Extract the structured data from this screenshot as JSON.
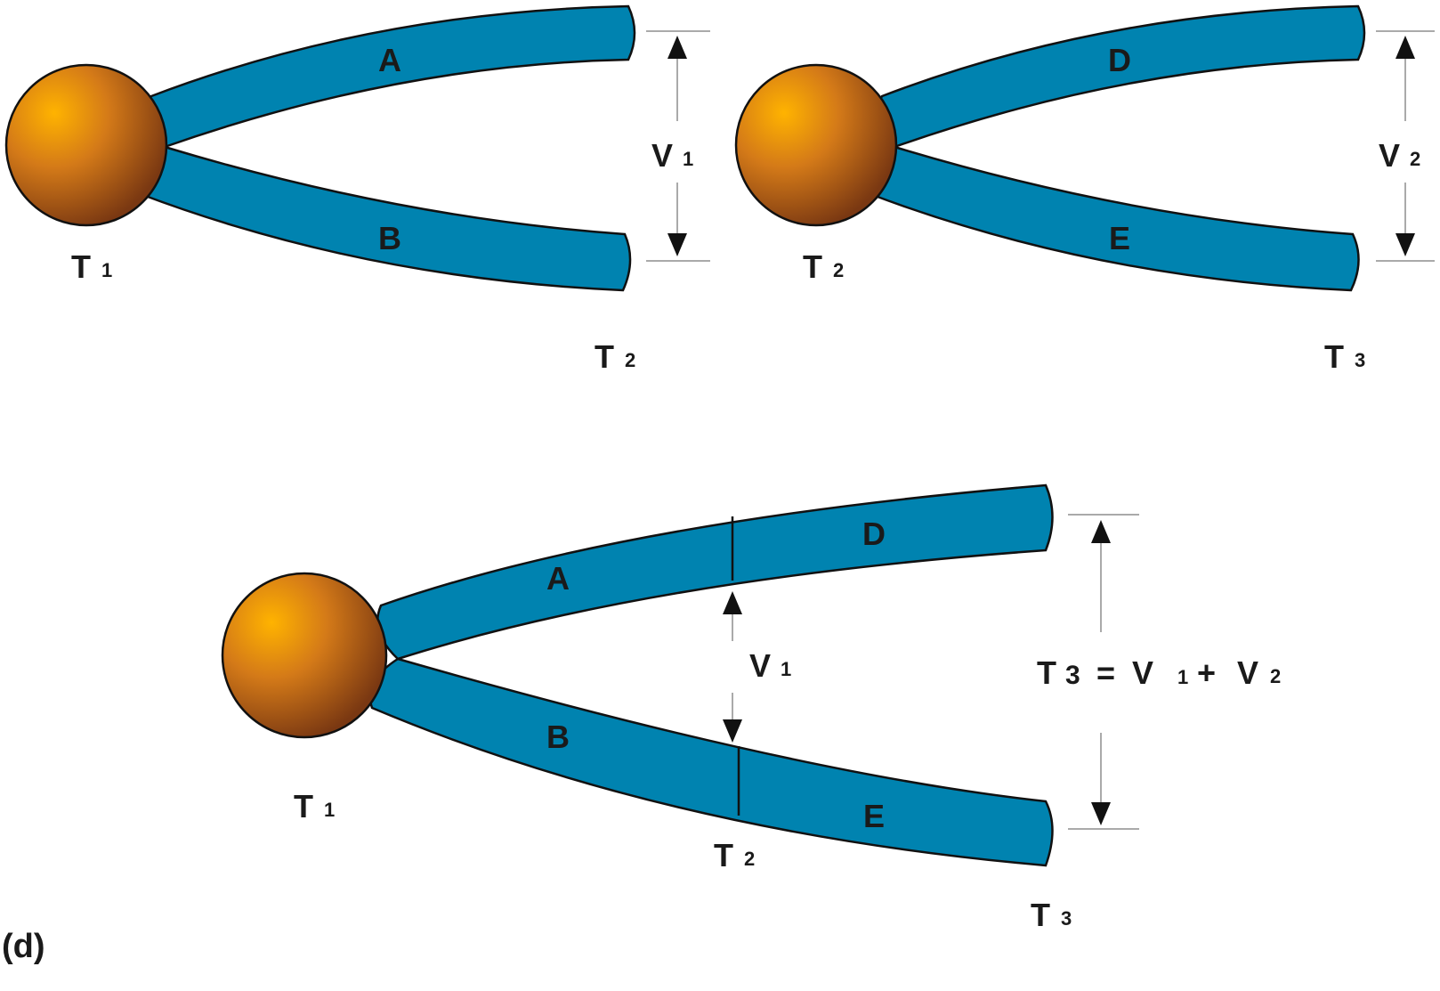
{
  "panel_letter": "(d)",
  "top_left": {
    "upper_arm": "A",
    "lower_arm": "B",
    "vertex": {
      "main": "T",
      "sub": "1"
    },
    "tips": {
      "main": "T",
      "sub": "2"
    },
    "spread": {
      "main": "V",
      "sub": "1"
    }
  },
  "top_right": {
    "upper_arm": "D",
    "lower_arm": "E",
    "vertex": {
      "main": "T",
      "sub": "2"
    },
    "tips": {
      "main": "T",
      "sub": "3"
    },
    "spread": {
      "main": "V",
      "sub": "2"
    }
  },
  "bottom": {
    "upper_arm_inner": "A",
    "upper_arm_outer": "D",
    "lower_arm_inner": "B",
    "lower_arm_outer": "E",
    "vertex": {
      "main": "T",
      "sub": "1"
    },
    "joint": {
      "main": "T",
      "sub": "2"
    },
    "tips": {
      "main": "T",
      "sub": "3"
    },
    "inner_spread": {
      "main": "V",
      "sub": "1"
    },
    "equation": {
      "t_main": "T",
      "t_sub": "3",
      "equals": "=",
      "v1_main": "V",
      "v1_sub": "1",
      "plus": "+",
      "v2_main": "V",
      "v2_sub": "2"
    }
  },
  "colors": {
    "tube": "#0083b0",
    "ball_light": "#ffb000",
    "ball_dark": "#7a3812"
  }
}
